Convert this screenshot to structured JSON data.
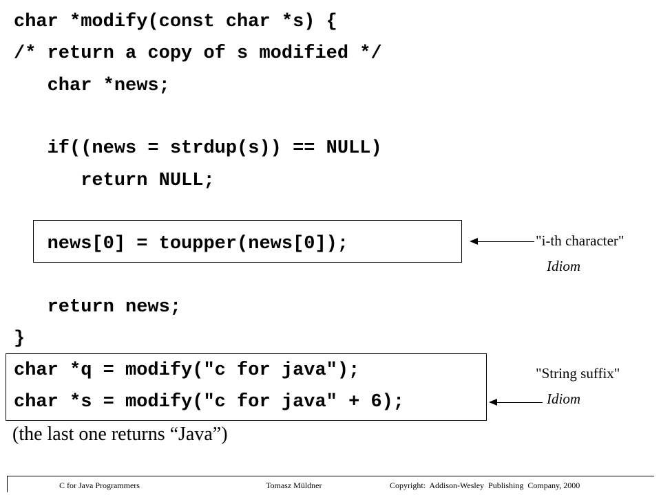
{
  "code_lines": [
    "char *modify(const char *s) {",
    "/* return a copy of s modified */",
    "   char *news;",
    "   if((news = strdup(s)) == NULL)",
    "      return NULL;",
    "   news[0] = toupper(news[0]);",
    "   return news;",
    "}",
    "char *q = modify(\"c for java\");",
    "char *s = modify(\"c for java\" + 6);"
  ],
  "annotation_1": {
    "label": "\"i-th character\"",
    "sublabel": "Idiom"
  },
  "annotation_2": {
    "label": "\"String suffix\"",
    "sublabel": "Idiom"
  },
  "note": "(the last one returns “Java”)",
  "footer": {
    "left": "C for Java Programmers",
    "center": "Tomasz Müldner",
    "right": "Copyright:  Addison-Wesley  Publishing  Company, 2000"
  }
}
